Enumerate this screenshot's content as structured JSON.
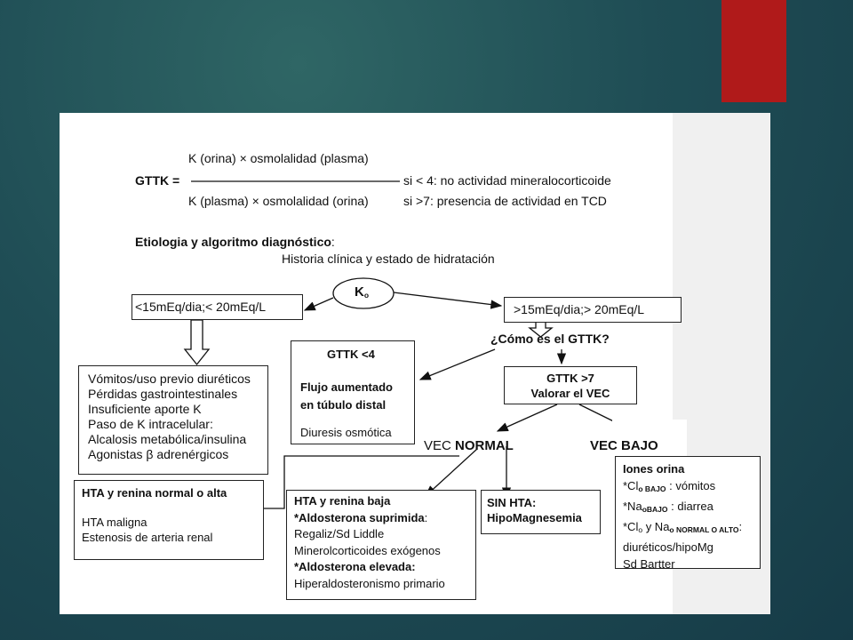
{
  "formula": {
    "numerator": "K (orina) × osmolalidad (plasma)",
    "lhs": "GTTK =",
    "condition_low": "si < 4: no actividad mineralocorticoide",
    "denominator": "K (plasma) × osmolalidad (orina)",
    "condition_high": "si >7: presencia de actividad en TCD"
  },
  "etiology": {
    "title": "Etiologia y algoritmo diagnóstico",
    "title_colon": ":",
    "subtitle": "Historia clínica y estado de hidratación"
  },
  "nodes": {
    "ko_main": "K",
    "ko_sub": "o",
    "low_k": "<15mEq/dia;< 20mEq/L",
    "high_k": ">15mEq/dia;> 20mEq/L",
    "question": "¿Cómo es el GTTK?",
    "low_causes": [
      "Vómitos/uso previo diuréticos",
      "Pérdidas gastrointestinales",
      "Insuficiente aporte K",
      "Paso de K intracelular:",
      "Alcalosis metabólica/insulina",
      "Agonistas β adrenérgicos"
    ],
    "gttk_low_title": "GTTK <4",
    "gttk_low_line1": "Flujo aumentado",
    "gttk_low_line2": "en túbulo distal",
    "gttk_low_line3": "Diuresis osmótica",
    "gttk_high_line1": "GTTK >7",
    "gttk_high_line2": "Valorar el VEC",
    "vec_normal_prefix": "VEC ",
    "vec_normal_bold": "NORMAL",
    "vec_bajo": "VEC BAJO",
    "hta_high_title": "HTA y renina normal o alta",
    "hta_high_items": [
      "HTA maligna",
      "Estenosis de arteria renal"
    ],
    "hta_low_title": "HTA y renina baja",
    "hta_low_sup": "*Aldosterona suprimida",
    "hta_low_sup_colon": ":",
    "hta_low_sup_items": [
      "Regaliz/Sd Liddle",
      "Minerolcorticoides exógenos"
    ],
    "hta_low_elev": "*Aldosterona elevada:",
    "hta_low_elev_item": "Hiperaldosteronismo primario",
    "sin_hta_1": "SIN HTA:",
    "sin_hta_2": "HipoMagnesemia",
    "iones_title": "Iones orina",
    "iones_l1_a": "*Cl",
    "iones_l1_sub": "o BAJO",
    "iones_l1_b": " : vómitos",
    "iones_l2_a": "*Na",
    "iones_l2_sub": "oBAJO",
    "iones_l2_b": " : diarrea",
    "iones_l3_a": "*Cl",
    "iones_l3_sub1": "o",
    "iones_l3_mid": " y Na",
    "iones_l3_sub2": "o NORMAL O ALTO",
    "iones_l3_b": ":",
    "iones_l4": "diuréticos/hipoMg",
    "iones_l5": "Sd Bartter"
  },
  "colors": {
    "background": "#1f4d55",
    "accent": "#b01a1a",
    "slide": "#ffffff"
  }
}
